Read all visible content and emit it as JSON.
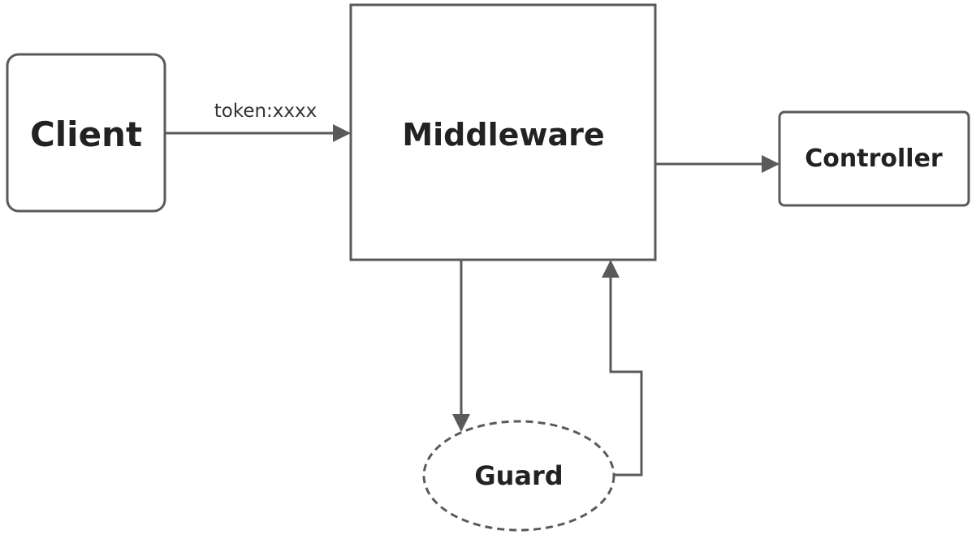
{
  "diagram": {
    "nodes": {
      "client": {
        "label": "Client"
      },
      "middleware": {
        "label": "Middleware"
      },
      "controller": {
        "label": "Controller"
      },
      "guard": {
        "label": "Guard"
      }
    },
    "edges": {
      "client_to_middleware": {
        "label": "token:xxxx"
      }
    },
    "colors": {
      "stroke": "#5a5a5a",
      "text": "#222222",
      "background": "#ffffff"
    }
  }
}
